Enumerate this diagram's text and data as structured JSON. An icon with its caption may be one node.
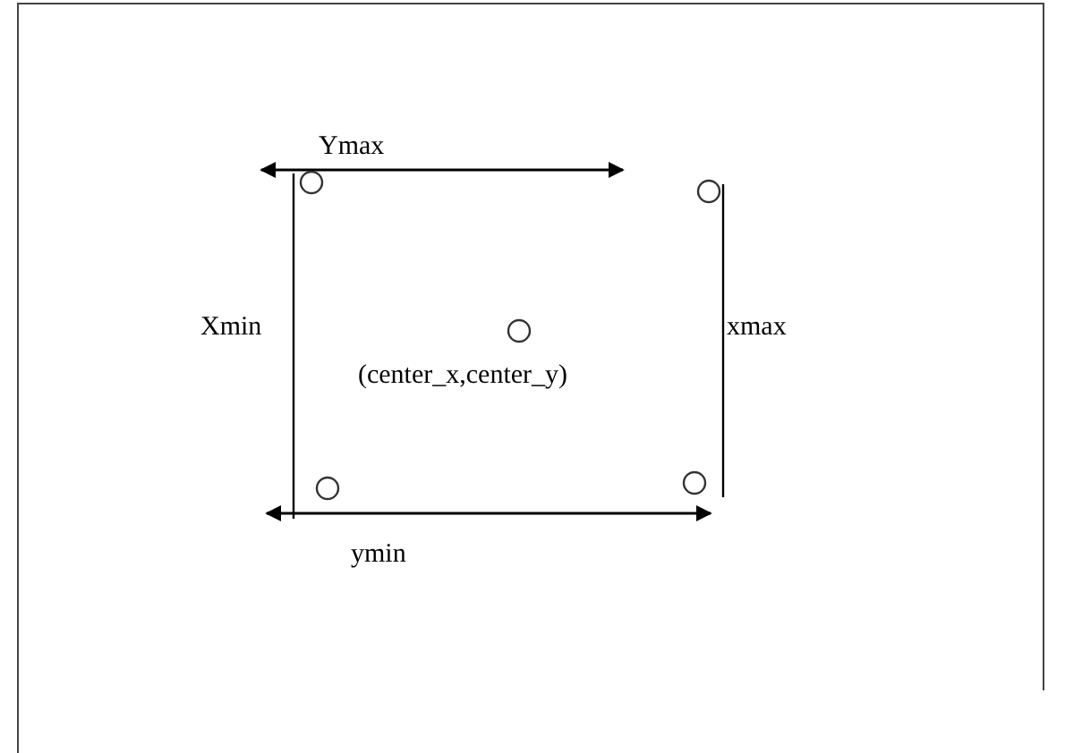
{
  "diagram": {
    "nodes": [
      {
        "text": [],
        "shape": "circle"
      },
      {
        "text": [],
        "shape": "circle"
      },
      {
        "text": [],
        "shape": "circle"
      },
      {
        "text": [],
        "shape": "circle"
      },
      {
        "text": [],
        "shape": "circle"
      }
    ],
    "labels": [
      "Ymax",
      "Xmin",
      "xmax",
      "(center_x,center_y)",
      "ymin"
    ]
  }
}
